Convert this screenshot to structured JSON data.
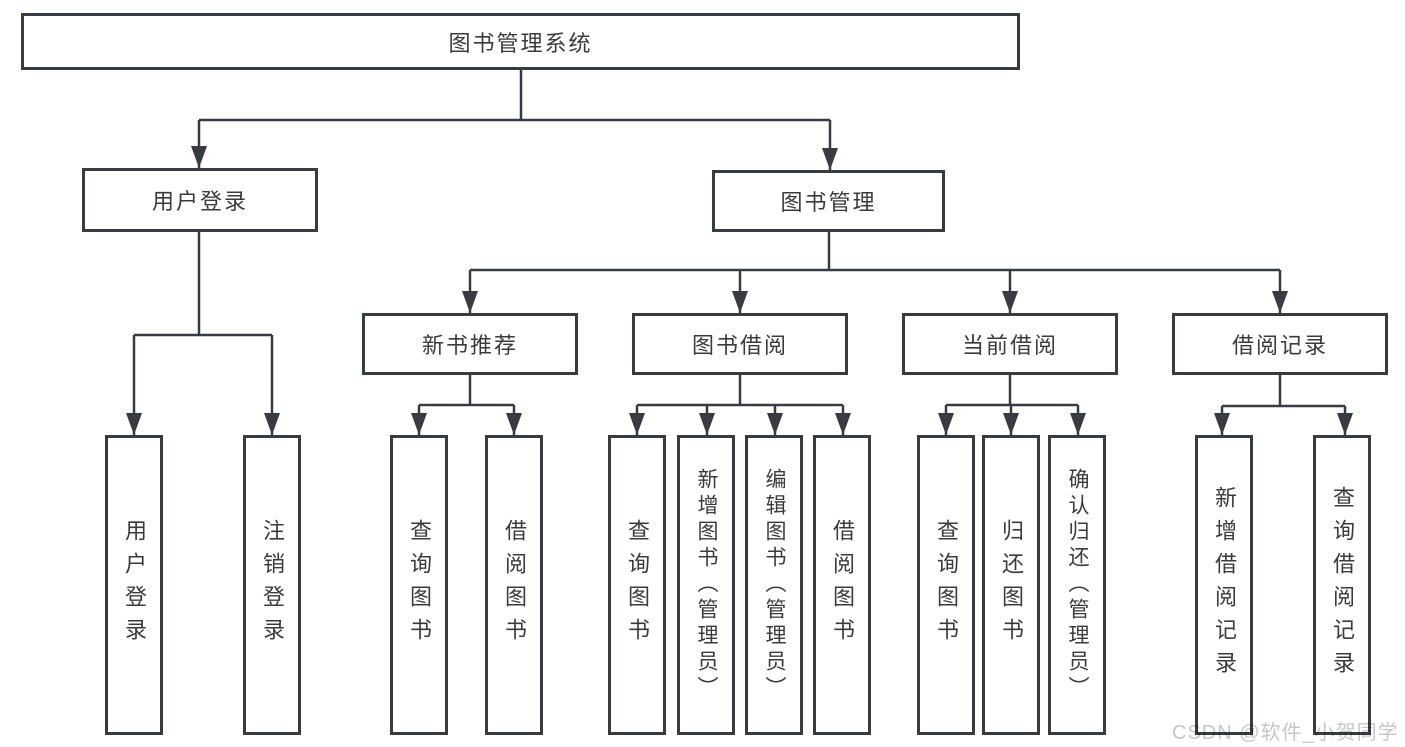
{
  "diagram": {
    "title": "图书管理系统",
    "branches": [
      {
        "label": "用户登录",
        "leaves": [
          {
            "label": "用户登录"
          },
          {
            "label": "注销登录"
          }
        ]
      },
      {
        "label": "图书管理",
        "groups": [
          {
            "label": "新书推荐",
            "leaves": [
              {
                "label": "查询图书"
              },
              {
                "label": "借阅图书"
              }
            ]
          },
          {
            "label": "图书借阅",
            "leaves": [
              {
                "label": "查询图书"
              },
              {
                "label": "新增图书（管理员）"
              },
              {
                "label": "编辑图书（管理员）"
              },
              {
                "label": "借阅图书"
              }
            ]
          },
          {
            "label": "当前借阅",
            "leaves": [
              {
                "label": "查询图书"
              },
              {
                "label": "归还图书"
              },
              {
                "label": "确认归还（管理员）"
              }
            ]
          },
          {
            "label": "借阅记录",
            "leaves": [
              {
                "label": "新增借阅记录"
              },
              {
                "label": "查询借阅记录"
              }
            ]
          }
        ]
      }
    ]
  },
  "watermark": {
    "text": "CSDN @软件_小贺同学"
  },
  "colors": {
    "line": "#383c42",
    "text": "#3b3b3b",
    "watermark": "#c7c7c7",
    "background": "#ffffff"
  }
}
